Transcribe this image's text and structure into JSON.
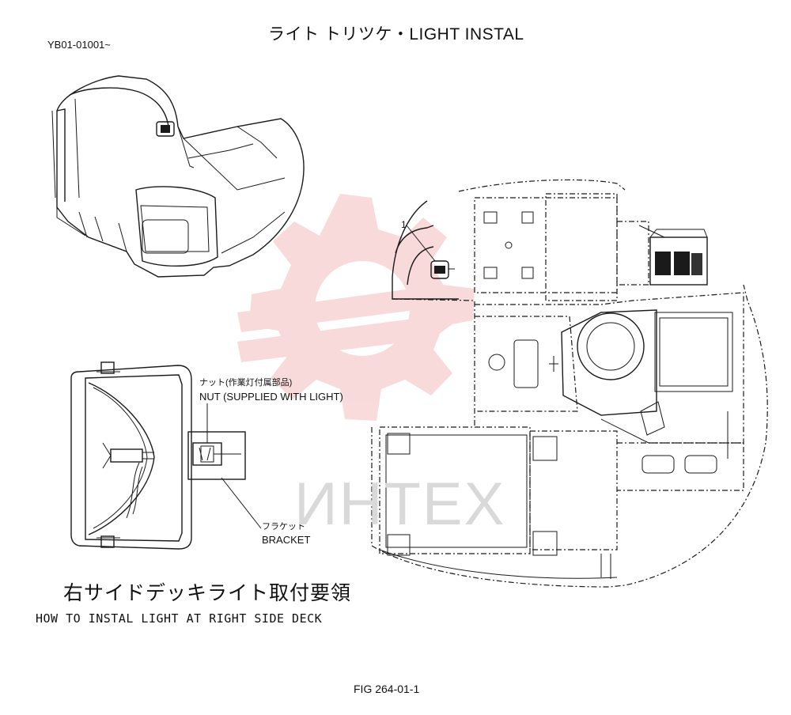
{
  "header": {
    "serial": "YB01-01001~",
    "title": "ライト トリツケ・LIGHT INSTAL"
  },
  "callouts": {
    "nut_jp": "ナット(作業灯付属部品)",
    "nut_en": "NUT (SUPPLIED WITH LIGHT)",
    "bracket_jp": "フラケット",
    "bracket_en": "BRACKET",
    "item_number": "1"
  },
  "caption": {
    "jp": "右サイドデッキライト取付要領",
    "en": "HOW TO INSTAL LIGHT AT RIGHT SIDE DECK"
  },
  "watermark": "ИНТЕХ",
  "footer": {
    "figure": "FIG 264-01-1"
  },
  "colors": {
    "watermark_red": "#e35a5a",
    "line": "#1a1a1a"
  },
  "icons": {
    "watermark_logo": "gear-arrow-logo"
  }
}
